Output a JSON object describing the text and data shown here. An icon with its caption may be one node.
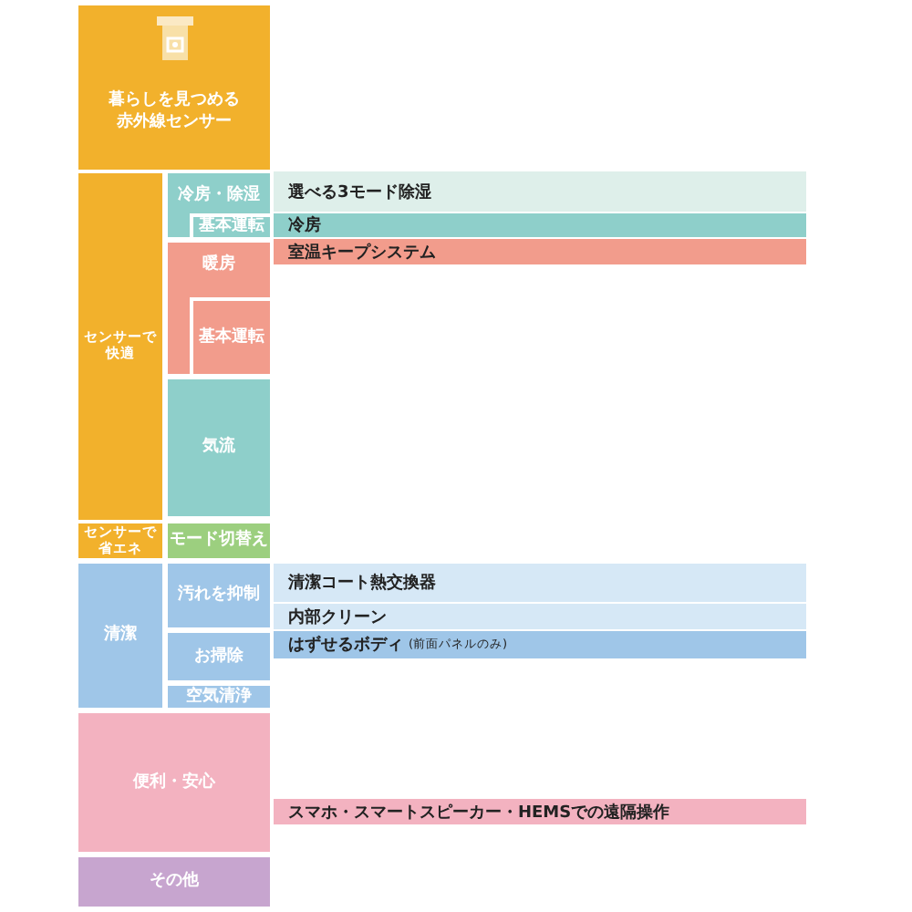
{
  "diagram": {
    "nodes": [
      {
        "text": [
          "暮らしを見つめる赤外線センサー"
        ]
      },
      {
        "text": [
          "センサーで快適"
        ]
      },
      {
        "text": [
          "冷房・除湿"
        ]
      },
      {
        "text": [
          "基本運転"
        ],
        "in": 2
      },
      {
        "text": [
          "選べる3モード除湿"
        ]
      },
      {
        "text": [
          "冷房"
        ]
      },
      {
        "text": [
          "暖房"
        ]
      },
      {
        "text": [
          "基本運転"
        ],
        "in": 6
      },
      {
        "text": [
          "室温キープシステム"
        ]
      },
      {
        "text": [
          "気流"
        ]
      },
      {
        "text": [
          "センサーで省エネ"
        ]
      },
      {
        "text": [
          "モード切替え"
        ]
      },
      {
        "text": [
          "清潔"
        ]
      },
      {
        "text": [
          "汚れを抑制"
        ]
      },
      {
        "text": [
          "清潔コート熱交換器"
        ]
      },
      {
        "text": [
          "内部クリーン"
        ]
      },
      {
        "text": [
          "お掃除"
        ]
      },
      {
        "text": [
          "はずせるボディ",
          "(前面パネルのみ)"
        ]
      },
      {
        "text": [
          "空気清浄"
        ]
      },
      {
        "text": [
          "便利・安心"
        ]
      },
      {
        "text": [
          "スマホ・スマートスピーカー・HEMSでの遠隔操作"
        ]
      },
      {
        "text": [
          "その他"
        ]
      }
    ]
  }
}
